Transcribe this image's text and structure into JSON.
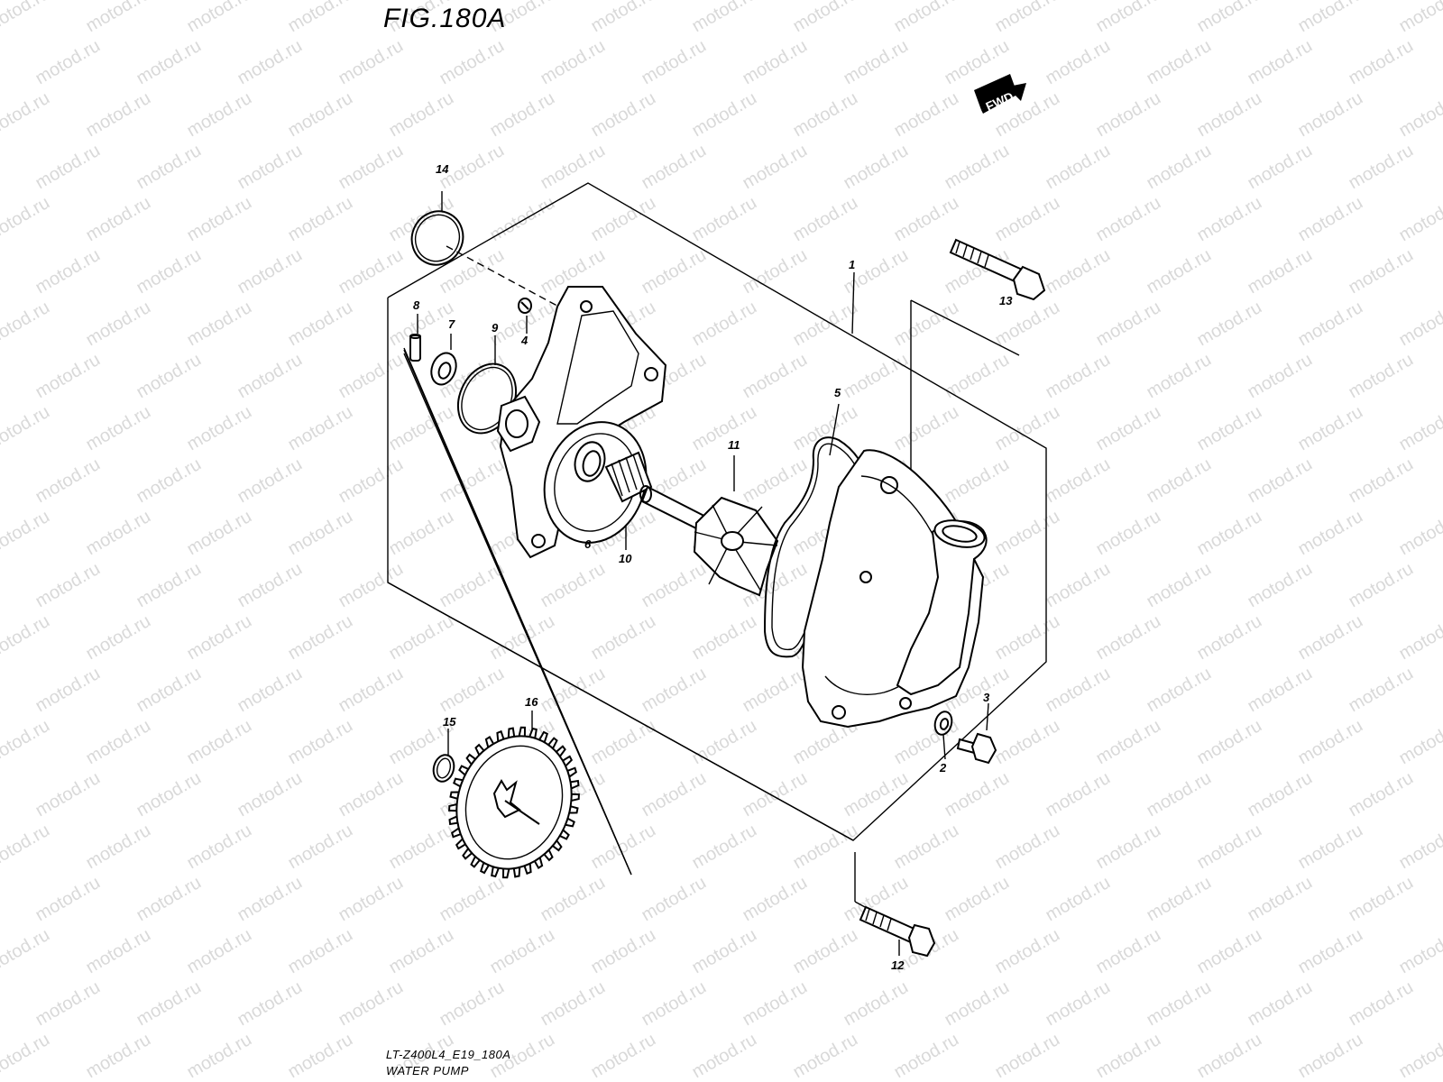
{
  "figure": {
    "title": "FIG.180A",
    "model_code": "LT-Z400L4_E19_180A",
    "section_name": "WATER PUMP",
    "watermark": "motod.ru",
    "fwd_label": "FWD"
  },
  "callouts": [
    "1",
    "2",
    "3",
    "4",
    "5",
    "6",
    "7",
    "8",
    "9",
    "10",
    "11",
    "12",
    "13",
    "14",
    "15",
    "16"
  ],
  "colors": {
    "line": "#000000",
    "background": "#ffffff",
    "watermark": "#d9d9d9"
  }
}
